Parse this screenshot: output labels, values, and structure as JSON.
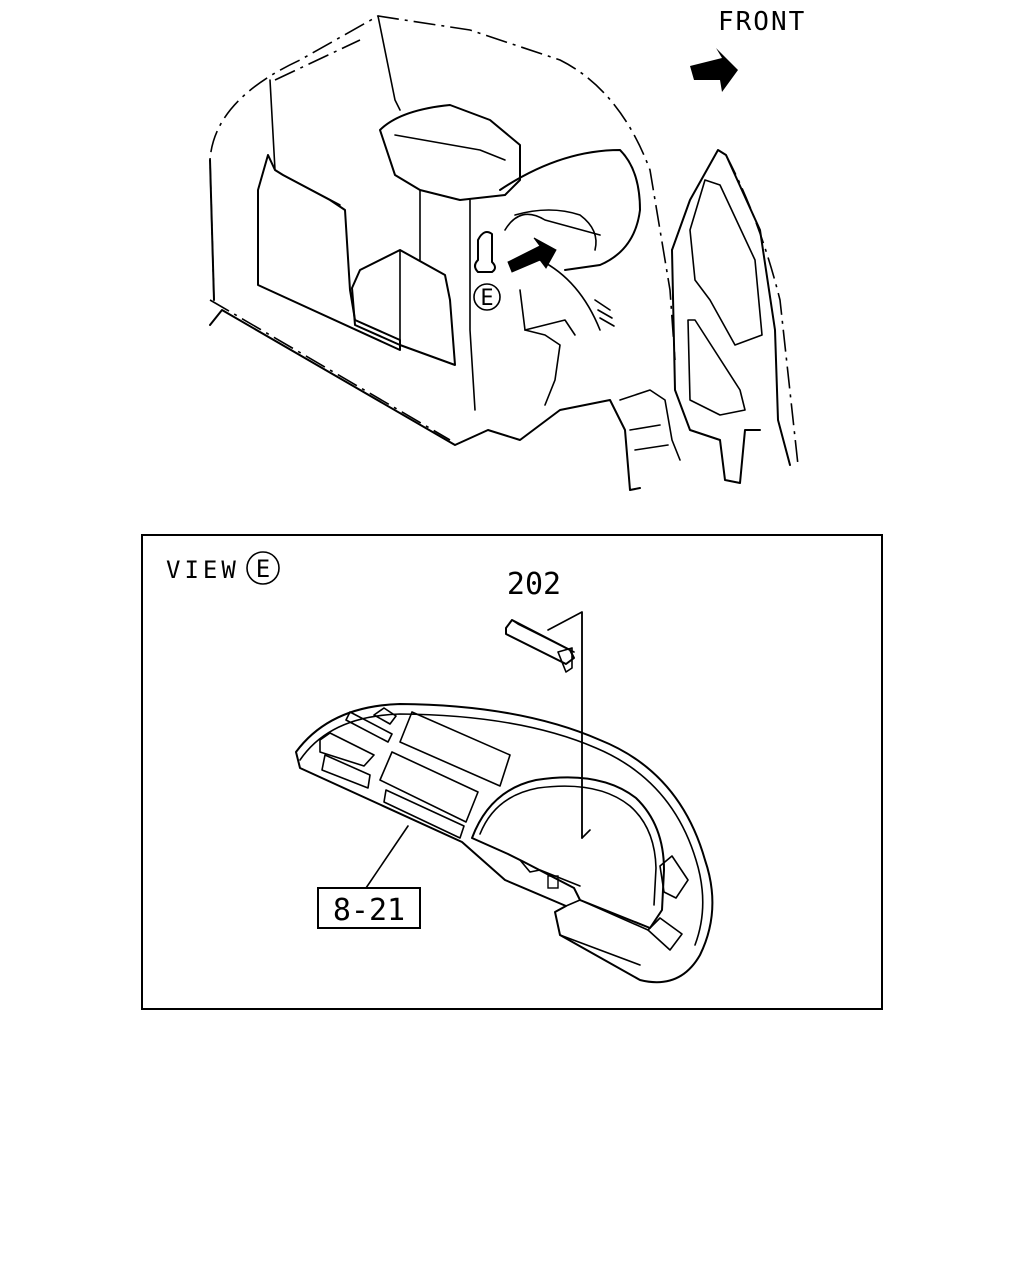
{
  "direction_label": "FRONT",
  "view": {
    "prefix": "VIEW",
    "letter": "E"
  },
  "callout_top": {
    "letter": "E"
  },
  "parts": [
    {
      "label": "202"
    },
    {
      "label": "8-21"
    }
  ]
}
